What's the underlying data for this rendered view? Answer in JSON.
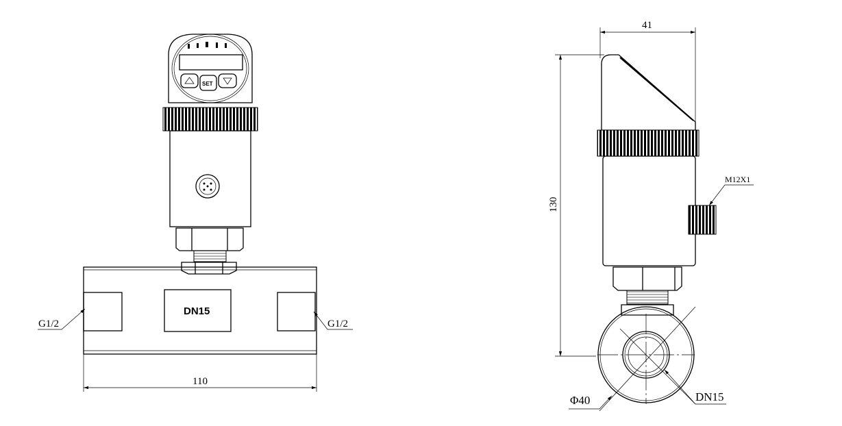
{
  "front_view": {
    "label_body": "DN15",
    "thread_left": "G1/2",
    "thread_right": "G1/2",
    "length_dim": "110",
    "set_button": "SET"
  },
  "side_view": {
    "width_dim": "41",
    "height_dim": "130",
    "connector": "M12X1",
    "outer_diameter": "Φ40",
    "bore": "DN15"
  }
}
